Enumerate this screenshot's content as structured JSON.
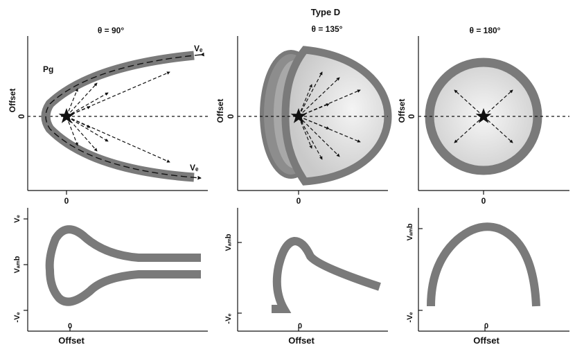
{
  "figure": {
    "heading": "Type D",
    "panels": [
      {
        "theta_label": "θ = 90°",
        "top": {
          "y_label": "Offset",
          "y_tick": "0",
          "x_tick": "0",
          "region_label": "Pg",
          "upper_label": "Vₑ",
          "lower_label": "Vₑ"
        },
        "bottom": {
          "y_ticks": [
            "Vₑ",
            "Vₐₘb",
            "-Vₑ"
          ],
          "x_tick": "0",
          "x_label": "Offset"
        }
      },
      {
        "theta_label": "θ = 135°",
        "top": {
          "y_label": "Offset",
          "y_tick": "0",
          "x_tick": "0"
        },
        "bottom": {
          "y_ticks": [
            "Vₐₘb",
            "-Vₑ"
          ],
          "x_tick": "0",
          "x_label": "Offset"
        }
      },
      {
        "theta_label": "θ = 180°",
        "top": {
          "y_label": "Offset",
          "y_tick": "0",
          "x_tick": "0"
        },
        "bottom": {
          "y_ticks": [
            "Vₐₘb",
            "-Vₑ"
          ],
          "x_tick": "0",
          "x_label": "Offset"
        }
      }
    ],
    "colors": {
      "band": "#7a7a7a",
      "fill_light": "#dedede",
      "line": "#111111"
    }
  }
}
